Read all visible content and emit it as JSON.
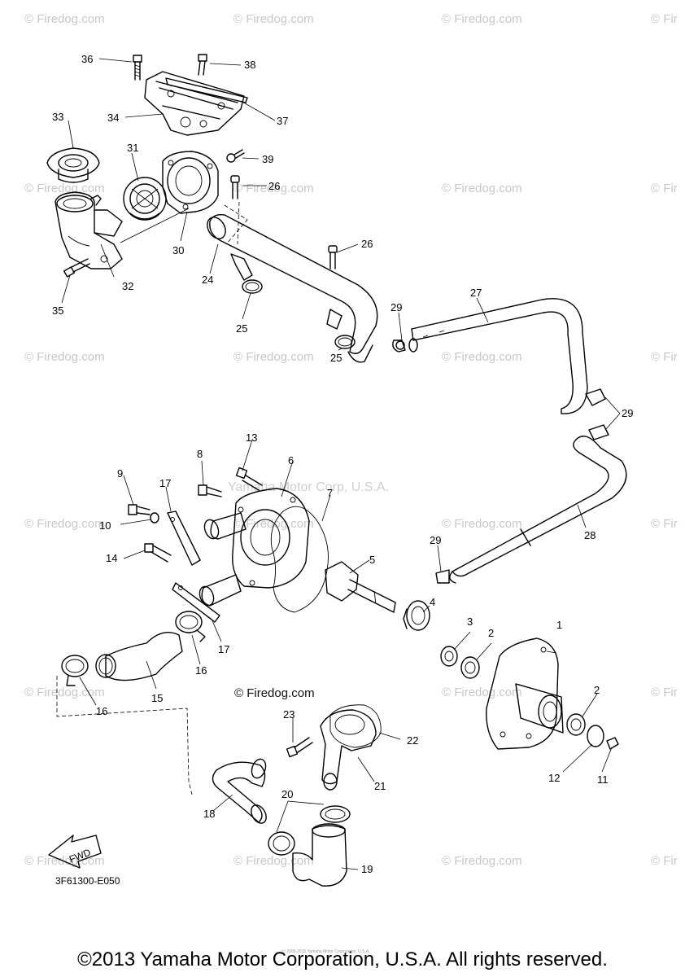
{
  "watermark": "© Firedog.com",
  "watermark_partial": "© Fir",
  "center_credit": "© Firedog.com",
  "faint_credit": "Yamaha Motor Corp, U.S.A.",
  "fwd_label": "FWD",
  "diagram_code": "3F61300-E050",
  "tiny_credit": "(c) 2009-2015 Yamaha Motor Corporation, U.S.A.",
  "footer": "©2013 Yamaha Motor Corporation, U.S.A. All rights reserved.",
  "callouts": {
    "c1": "1",
    "c2a": "2",
    "c2b": "2",
    "c3": "3",
    "c4": "4",
    "c5": "5",
    "c6": "6",
    "c7": "7",
    "c8": "8",
    "c9": "9",
    "c10": "10",
    "c11": "11",
    "c12": "12",
    "c13": "13",
    "c14": "14",
    "c15": "15",
    "c16a": "16",
    "c16b": "16",
    "c17a": "17",
    "c17b": "17",
    "c18": "18",
    "c19": "19",
    "c20": "20",
    "c21": "21",
    "c22": "22",
    "c23": "23",
    "c24": "24",
    "c25a": "25",
    "c25b": "25",
    "c26a": "26",
    "c26b": "26",
    "c27": "27",
    "c28": "28",
    "c29a": "29",
    "c29b": "29",
    "c29c": "29",
    "c30": "30",
    "c31": "31",
    "c32": "32",
    "c33": "33",
    "c34": "34",
    "c35": "35",
    "c36": "36",
    "c37": "37",
    "c38": "38",
    "c39": "39"
  }
}
